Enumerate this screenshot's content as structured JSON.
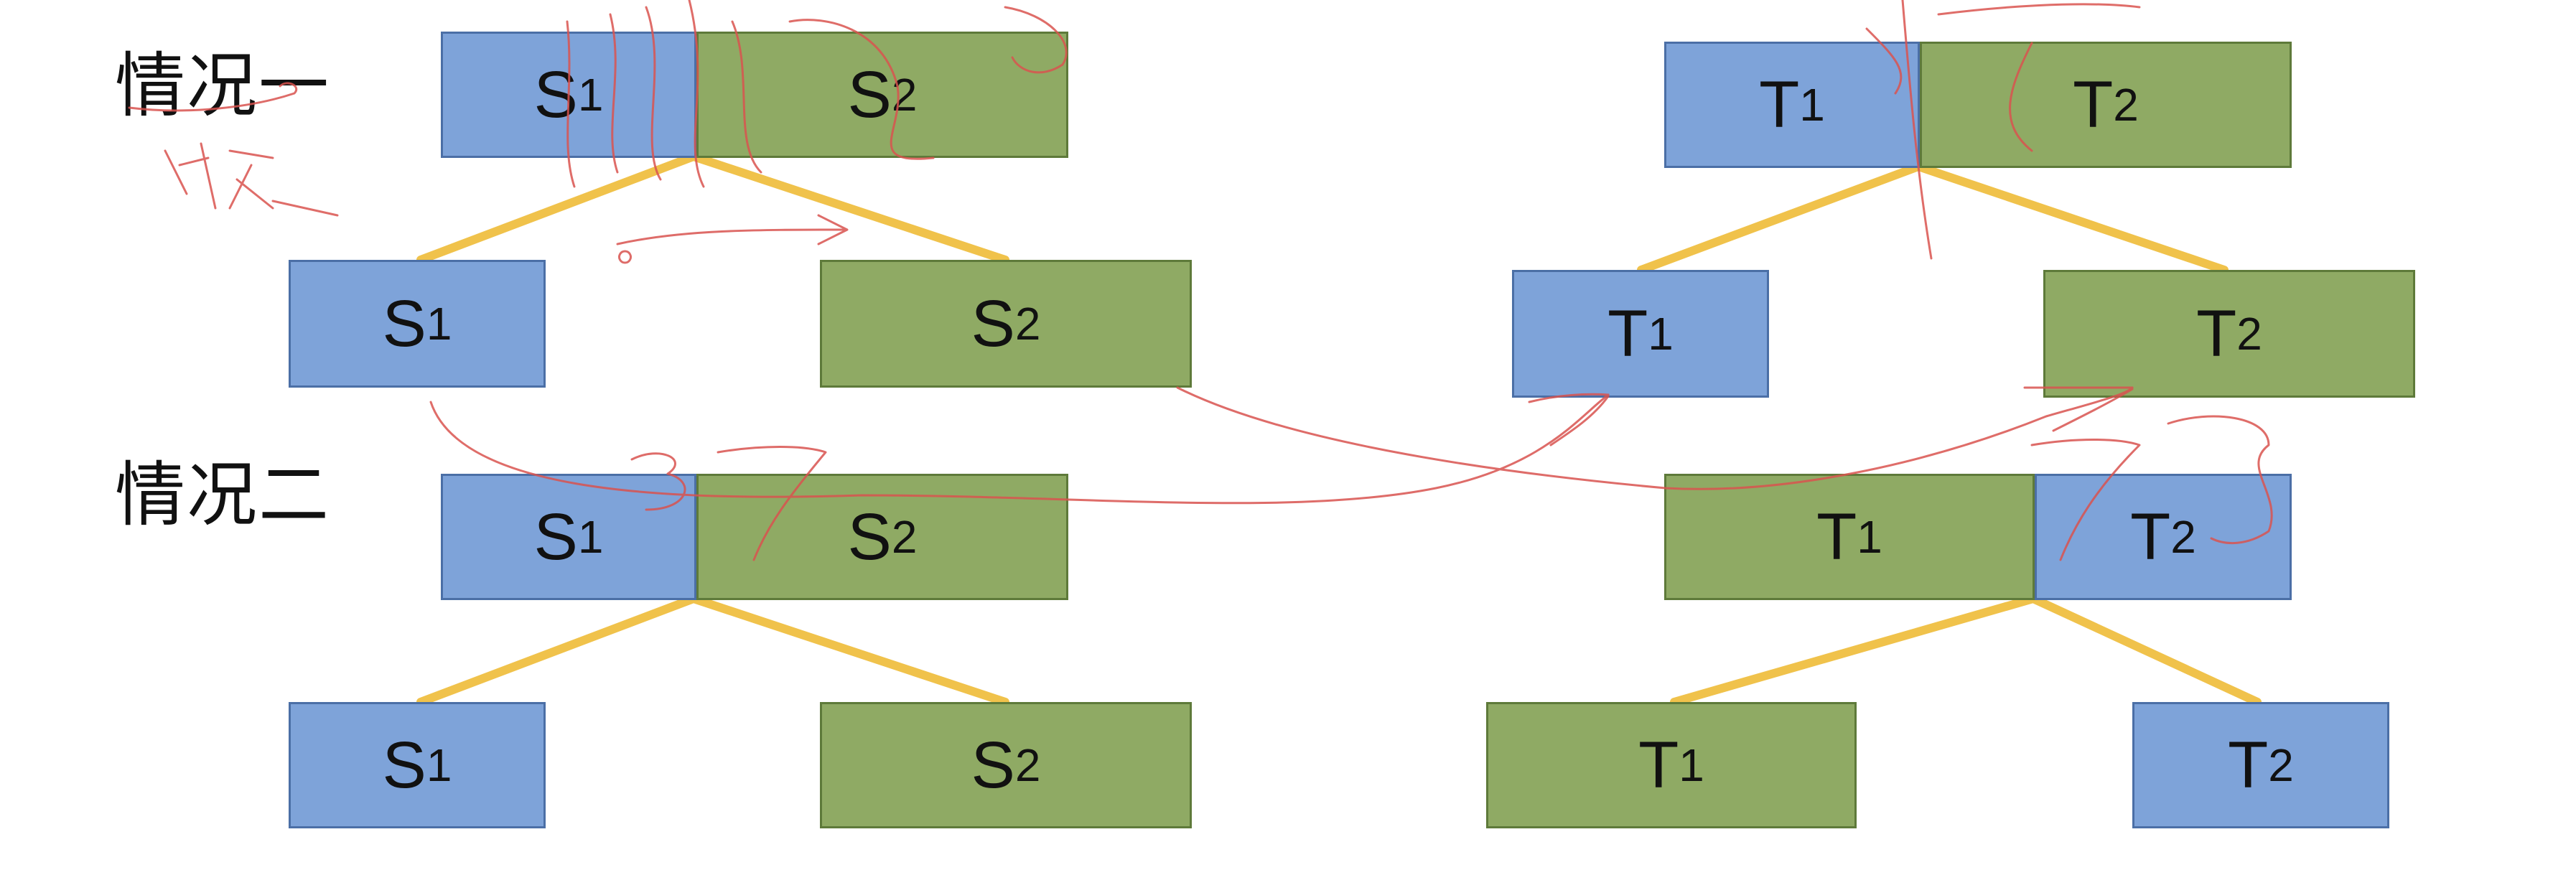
{
  "labels": {
    "case1": "情况一",
    "case2": "情况二"
  },
  "colors": {
    "blue_fill": "#7ea3d9",
    "green_fill": "#8faa64",
    "connector": "#f0c24b",
    "ink": "#d9534f"
  },
  "boxes": {
    "case1_left_parent_s1": {
      "letter": "S",
      "sub": "1"
    },
    "case1_left_parent_s2": {
      "letter": "S",
      "sub": "2"
    },
    "case1_left_child_s1": {
      "letter": "S",
      "sub": "1"
    },
    "case1_left_child_s2": {
      "letter": "S",
      "sub": "2"
    },
    "case1_right_parent_t1": {
      "letter": "T",
      "sub": "1"
    },
    "case1_right_parent_t2": {
      "letter": "T",
      "sub": "2"
    },
    "case1_right_child_t1": {
      "letter": "T",
      "sub": "1"
    },
    "case1_right_child_t2": {
      "letter": "T",
      "sub": "2"
    },
    "case2_left_parent_s1": {
      "letter": "S",
      "sub": "1"
    },
    "case2_left_parent_s2": {
      "letter": "S",
      "sub": "2"
    },
    "case2_left_child_s1": {
      "letter": "S",
      "sub": "1"
    },
    "case2_left_child_s2": {
      "letter": "S",
      "sub": "2"
    },
    "case2_right_parent_t1": {
      "letter": "T",
      "sub": "1"
    },
    "case2_right_parent_t2": {
      "letter": "T",
      "sub": "2"
    },
    "case2_right_child_t1": {
      "letter": "T",
      "sub": "1"
    },
    "case2_right_child_t2": {
      "letter": "T",
      "sub": "2"
    }
  }
}
